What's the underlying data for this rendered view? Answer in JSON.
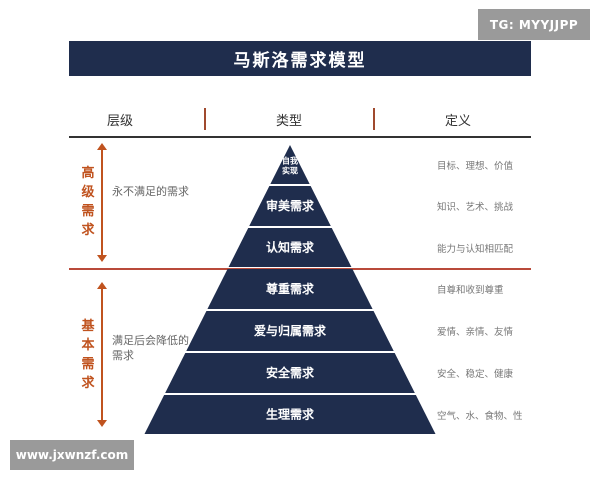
{
  "watermark_top": "TG: MYYJJPP",
  "watermark_bottom": "www.jxwnzf.com",
  "title": "马斯洛需求模型",
  "headers": {
    "level": "层级",
    "type": "类型",
    "definition": "定义"
  },
  "groups": {
    "high": {
      "label": "高级需求",
      "desc": "永不满足的需求"
    },
    "basic": {
      "label": "基本需求",
      "desc": "满足后会降低的需求"
    }
  },
  "tiers": [
    {
      "name": "自我实现",
      "definition": "目标、理想、价值"
    },
    {
      "name": "审美需求",
      "definition": "知识、艺术、挑战"
    },
    {
      "name": "认知需求",
      "definition": "能力与认知相匹配"
    },
    {
      "name": "尊重需求",
      "definition": "自尊和收到尊重"
    },
    {
      "name": "爱与归属需求",
      "definition": "爱情、亲情、友情"
    },
    {
      "name": "安全需求",
      "definition": "安全、稳定、健康"
    },
    {
      "name": "生理需求",
      "definition": "空气、水、食物、性"
    }
  ],
  "colors": {
    "navy": "#1f2d4d",
    "accent": "#c0531f"
  }
}
